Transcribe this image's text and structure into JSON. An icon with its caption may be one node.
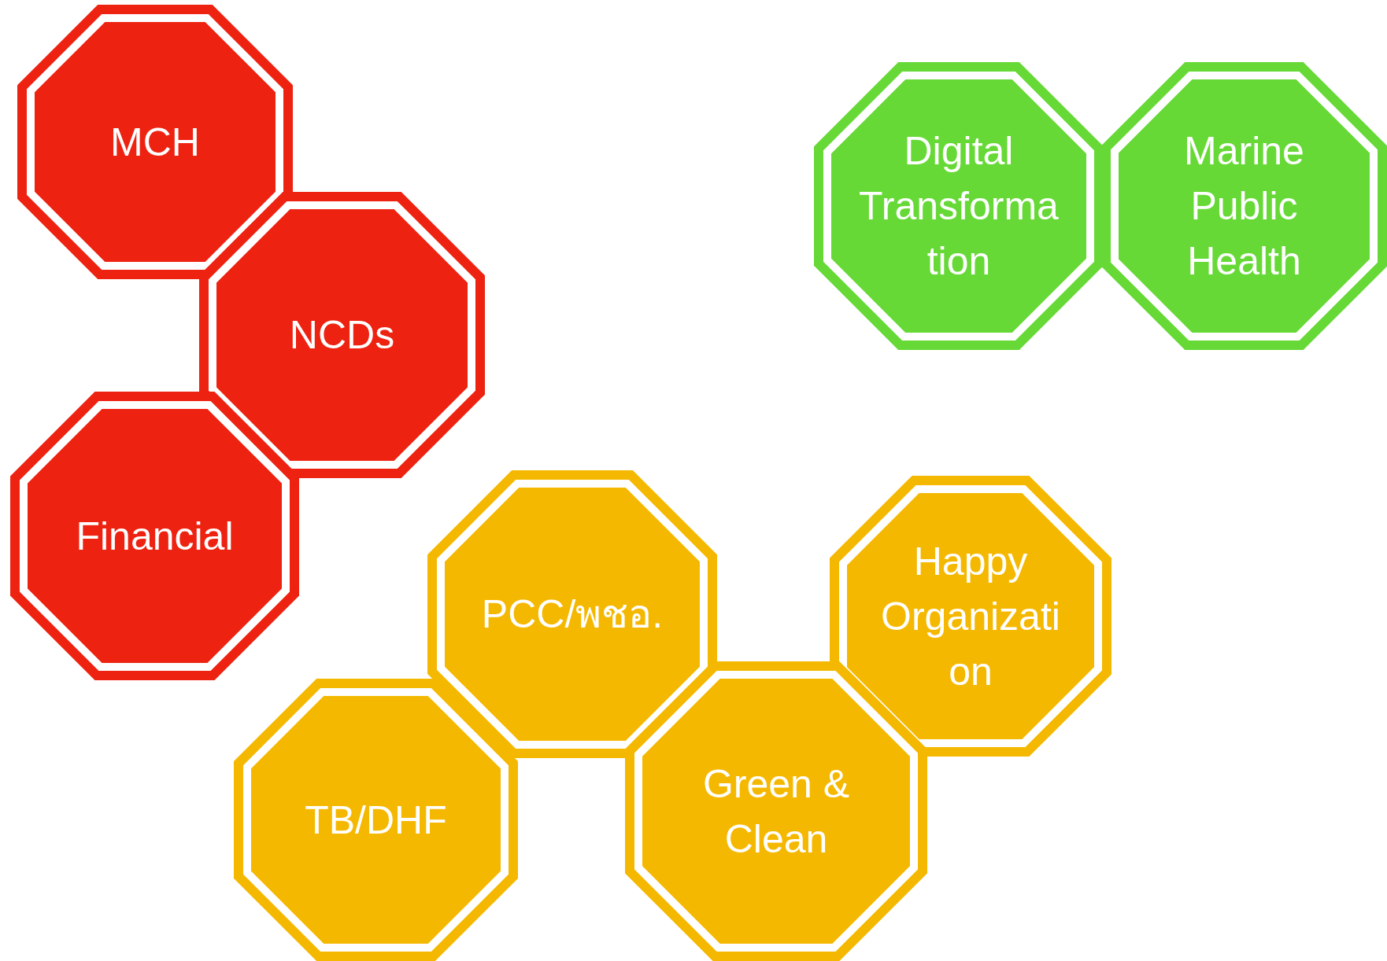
{
  "diagram": {
    "nodes": [
      {
        "text": [
          "MCH"
        ]
      },
      {
        "text": [
          "NCDs"
        ]
      },
      {
        "text": [
          "Financial"
        ]
      },
      {
        "text": [
          "Digital Transforma tion"
        ]
      },
      {
        "text": [
          "Marine Public Health"
        ]
      },
      {
        "text": [
          "PCC/พชอ."
        ]
      },
      {
        "text": [
          "Happy Organizati on"
        ]
      },
      {
        "text": [
          "TB/DHF"
        ]
      },
      {
        "text": [
          "Green & Clean"
        ]
      }
    ]
  }
}
